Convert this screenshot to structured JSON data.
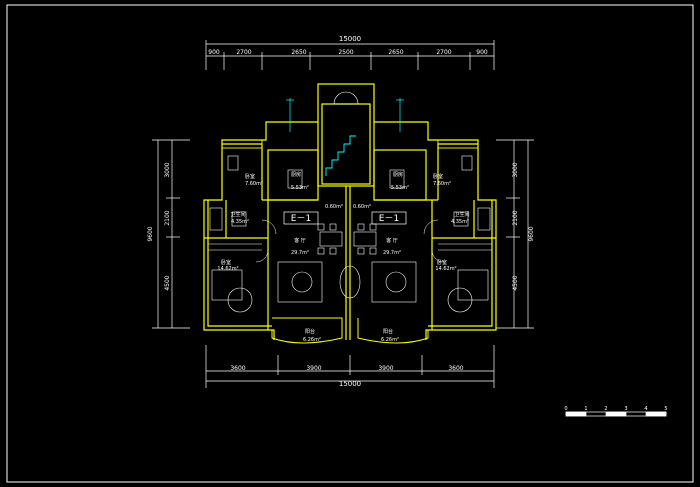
{
  "dimensions": {
    "top_total": "15000",
    "top_segments": [
      "900",
      "2700",
      "2650",
      "2500",
      "2650",
      "2700",
      "900"
    ],
    "bottom_total": "15000",
    "bottom_segments": [
      "3600",
      "3900",
      "3900",
      "3600"
    ],
    "left_segments": [
      "3000",
      "2100",
      "4500"
    ],
    "left_total": "9600",
    "right_segments": [
      "3000",
      "2100",
      "4500"
    ],
    "right_total": "9600"
  },
  "unit_labels": [
    "E－1",
    "E－1"
  ],
  "rooms": {
    "left": {
      "bedroom_top": {
        "name": "卧室",
        "area": "7.60m²"
      },
      "kitchen": {
        "name": "厨房",
        "area": "5.53m²"
      },
      "bath": {
        "name": "卫生间",
        "area": "4.35m²"
      },
      "master": {
        "name": "卧室",
        "area": "14.62m²"
      },
      "living": {
        "name": "客 厅",
        "area": "29.7m²"
      },
      "balcony": {
        "name": "阳台",
        "area": "6.26m²"
      },
      "stair_area": "0.60m²"
    },
    "right": {
      "bedroom_top": {
        "name": "卧室",
        "area": "7.60m²"
      },
      "kitchen": {
        "name": "厨房",
        "area": "5.53m²"
      },
      "bath": {
        "name": "卫生间",
        "area": "4.35m²"
      },
      "master": {
        "name": "卧室",
        "area": "14.62m²"
      },
      "living": {
        "name": "客 厅",
        "area": "29.7m²"
      },
      "balcony": {
        "name": "阳台",
        "area": "6.26m²"
      },
      "stair_area": "0.60m²"
    }
  },
  "scale_bar": [
    "0",
    "1",
    "2",
    "3",
    "4",
    "5"
  ],
  "colors": {
    "background": "#000000",
    "wall": "#ffff00",
    "line": "#ffffff",
    "dimension": "#ffffff",
    "furniture": "#ffffff",
    "label": "#00ffff",
    "frame": "#ffffff"
  }
}
